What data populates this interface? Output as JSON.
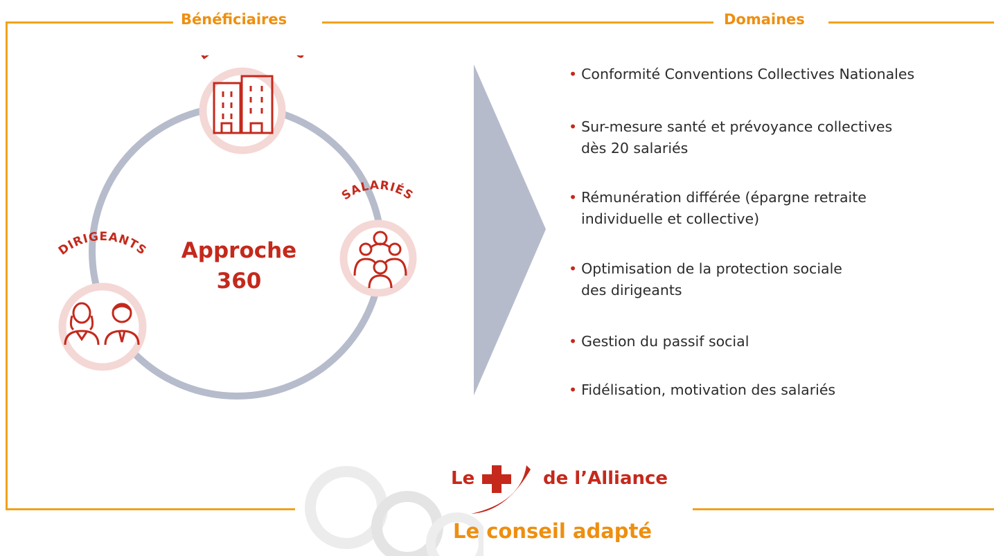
{
  "headers": {
    "beneficiaires": "Bénéficiaires",
    "domaines": "Domaines"
  },
  "cycle": {
    "center_line1": "Approche",
    "center_line2": "360",
    "nodes": {
      "entreprises": "ENTREPRISES",
      "salaries": "SALARIÉS",
      "dirigeants": "DIRIGEANTS"
    }
  },
  "domaines": [
    {
      "line1": "Conformité Conventions Collectives Nationales",
      "line2": ""
    },
    {
      "line1": "Sur-mesure santé et prévoyance collectives",
      "line2": "dès 20 salariés"
    },
    {
      "line1": "Rémunération différée (épargne retraite",
      "line2": "individuelle et collective)"
    },
    {
      "line1": "Optimisation de la protection sociale",
      "line2": "des dirigeants"
    },
    {
      "line1": "Gestion du passif social",
      "line2": ""
    },
    {
      "line1": "Fidélisation, motivation des salariés",
      "line2": ""
    }
  ],
  "footer": {
    "plus_prefix": "Le",
    "plus_suffix": "de l’Alliance",
    "tagline": "Le conseil adapté"
  },
  "colors": {
    "accent_orange": "#f2a11e",
    "brand_red": "#c4291c",
    "ring_gray": "#b7bccc",
    "icon_halo": "#f4d8d6"
  },
  "icons": [
    "buildings-icon",
    "group-icon",
    "business-couple-icon",
    "plus-icon",
    "swoosh-icon",
    "chain-rings-icon",
    "arrow-chevron-icon"
  ]
}
